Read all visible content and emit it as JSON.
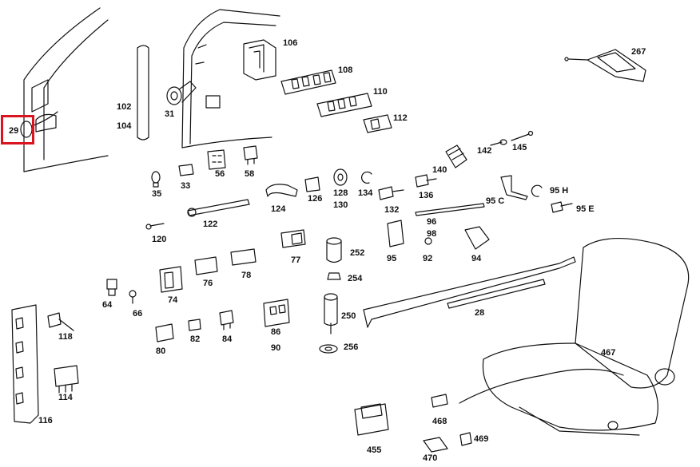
{
  "highlight": {
    "label": "29",
    "color": "#d9141e"
  },
  "callouts": [
    {
      "id": "p29",
      "text": "29"
    },
    {
      "id": "p31",
      "text": "31"
    },
    {
      "id": "p33",
      "text": "33"
    },
    {
      "id": "p35",
      "text": "35"
    },
    {
      "id": "p56",
      "text": "56"
    },
    {
      "id": "p58",
      "text": "58"
    },
    {
      "id": "p64",
      "text": "64"
    },
    {
      "id": "p66",
      "text": "66"
    },
    {
      "id": "p74",
      "text": "74"
    },
    {
      "id": "p76",
      "text": "76"
    },
    {
      "id": "p77",
      "text": "77"
    },
    {
      "id": "p78",
      "text": "78"
    },
    {
      "id": "p80",
      "text": "80"
    },
    {
      "id": "p82",
      "text": "82"
    },
    {
      "id": "p84",
      "text": "84"
    },
    {
      "id": "p86",
      "text": "86"
    },
    {
      "id": "p90",
      "text": "90"
    },
    {
      "id": "p92",
      "text": "92"
    },
    {
      "id": "p94",
      "text": "94"
    },
    {
      "id": "p95",
      "text": "95"
    },
    {
      "id": "p95c",
      "text": "95 C"
    },
    {
      "id": "p95e",
      "text": "95 E"
    },
    {
      "id": "p95h",
      "text": "95 H"
    },
    {
      "id": "p96",
      "text": "96"
    },
    {
      "id": "p98",
      "text": "98"
    },
    {
      "id": "p102",
      "text": "102"
    },
    {
      "id": "p104",
      "text": "104"
    },
    {
      "id": "p106",
      "text": "106"
    },
    {
      "id": "p108",
      "text": "108"
    },
    {
      "id": "p110",
      "text": "110"
    },
    {
      "id": "p112",
      "text": "112"
    },
    {
      "id": "p114",
      "text": "114"
    },
    {
      "id": "p116",
      "text": "116"
    },
    {
      "id": "p118",
      "text": "118"
    },
    {
      "id": "p120",
      "text": "120"
    },
    {
      "id": "p122",
      "text": "122"
    },
    {
      "id": "p124",
      "text": "124"
    },
    {
      "id": "p126",
      "text": "126"
    },
    {
      "id": "p128",
      "text": "128"
    },
    {
      "id": "p130",
      "text": "130"
    },
    {
      "id": "p132",
      "text": "132"
    },
    {
      "id": "p134",
      "text": "134"
    },
    {
      "id": "p136",
      "text": "136"
    },
    {
      "id": "p140",
      "text": "140"
    },
    {
      "id": "p142",
      "text": "142"
    },
    {
      "id": "p145",
      "text": "145"
    },
    {
      "id": "p250",
      "text": "250"
    },
    {
      "id": "p252",
      "text": "252"
    },
    {
      "id": "p254",
      "text": "254"
    },
    {
      "id": "p256",
      "text": "256"
    },
    {
      "id": "p267",
      "text": "267"
    },
    {
      "id": "p28",
      "text": "28"
    },
    {
      "id": "p455",
      "text": "455"
    },
    {
      "id": "p467",
      "text": "467"
    },
    {
      "id": "p468",
      "text": "468"
    },
    {
      "id": "p469",
      "text": "469"
    },
    {
      "id": "p470",
      "text": "470"
    }
  ]
}
